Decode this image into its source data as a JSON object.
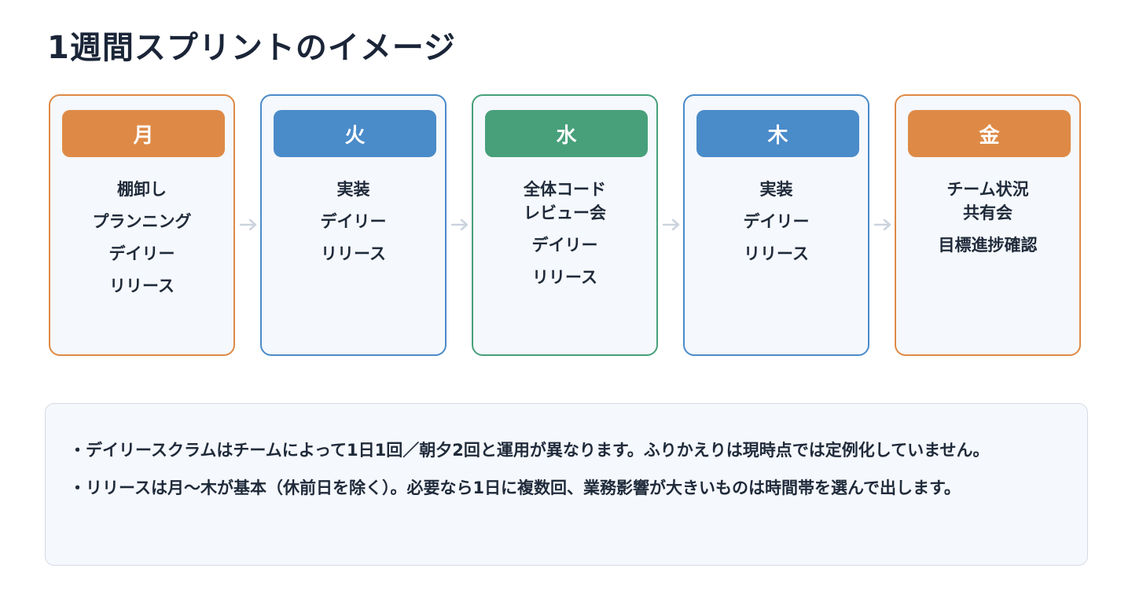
{
  "title": "1週間スプリントのイメージ",
  "colors": {
    "monday": "#de8a46",
    "tuesday": "#4a8bc9",
    "wednesday": "#47a07a",
    "thursday": "#4a8bc9",
    "friday": "#de8a46",
    "arrow": "#cbd3de"
  },
  "days": [
    {
      "label": "月",
      "tasks": [
        "棚卸し",
        "プランニング",
        "デイリー",
        "リリース"
      ]
    },
    {
      "label": "火",
      "tasks": [
        "実装",
        "デイリー",
        "リリース"
      ]
    },
    {
      "label": "水",
      "tasks": [
        "全体コード\nレビュー会",
        "デイリー",
        "リリース"
      ]
    },
    {
      "label": "木",
      "tasks": [
        "実装",
        "デイリー",
        "リリース"
      ]
    },
    {
      "label": "金",
      "tasks": [
        "チーム状況\n共有会",
        "目標進捗確認"
      ]
    }
  ],
  "notes": [
    "・デイリースクラムはチームによって1日1回／朝夕2回と運用が異なります。ふりかえりは現時点では定例化していません。",
    "・リリースは月〜木が基本（休前日を除く）。必要なら1日に複数回、業務影響が大きいものは時間帯を選んで出します。"
  ]
}
